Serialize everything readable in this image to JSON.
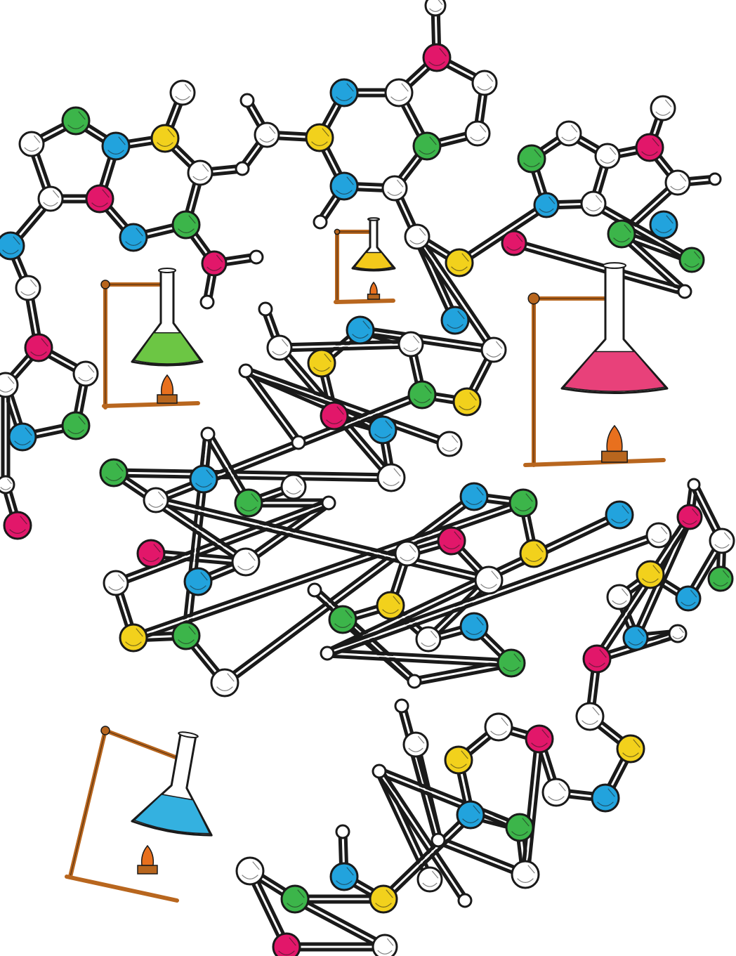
{
  "colors": {
    "white": "#ffffff",
    "green": "#3cb54a",
    "blue": "#22a3dd",
    "yellow": "#f2d11c",
    "magenta": "#e2176a",
    "stand": "#b8661e",
    "liquid_green": "#6cc644",
    "liquid_yellow": "#f3c91b",
    "liquid_pink": "#e8417a",
    "liquid_blue": "#34b1e0"
  },
  "flasks": [
    {
      "name": "flask-green-left",
      "liquid": "liquid_green"
    },
    {
      "name": "flask-yellow-small",
      "liquid": "liquid_yellow"
    },
    {
      "name": "flask-pink-right",
      "liquid": "liquid_pink"
    },
    {
      "name": "flask-blue-bottom",
      "liquid": "liquid_blue"
    }
  ]
}
